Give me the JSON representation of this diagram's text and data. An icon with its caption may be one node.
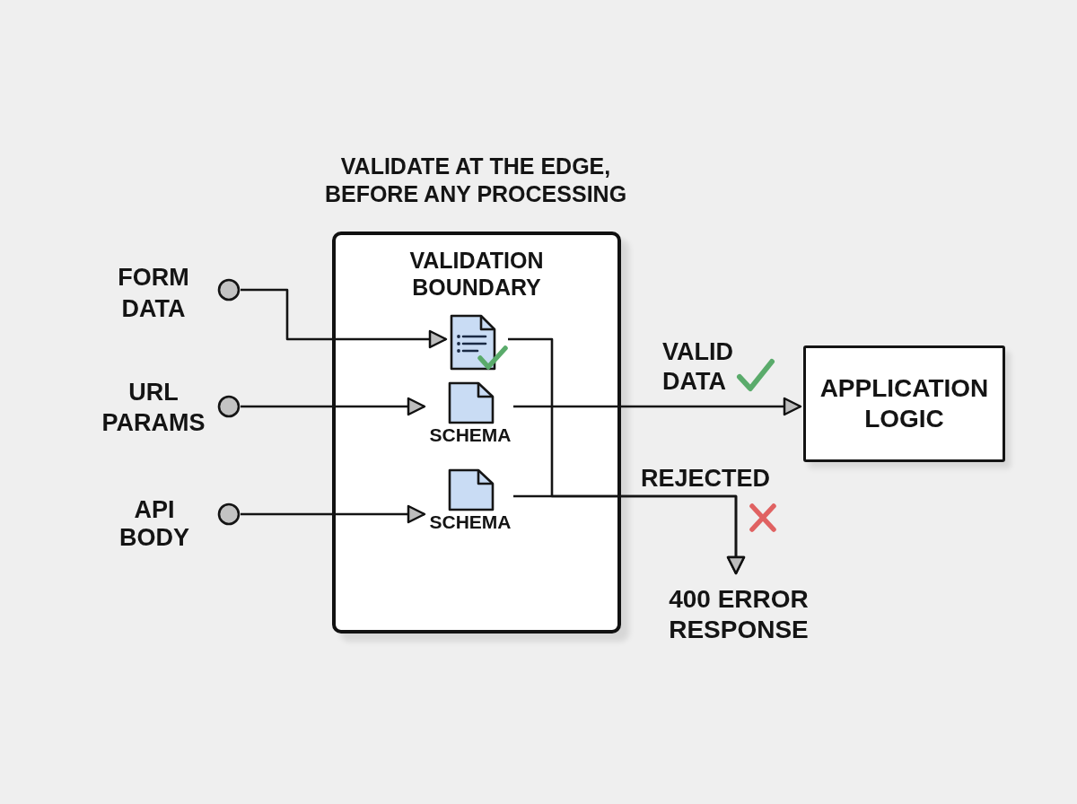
{
  "diagram": {
    "title": "VALIDATE AT THE EDGE, BEFORE ANY PROCESSING",
    "nodes": [
      {
        "text": [],
        "shape": "circle",
        "beside": [
          "FORM DATA"
        ]
      },
      {
        "text": [],
        "shape": "circle",
        "beside": [
          "URL PARAMS"
        ]
      },
      {
        "text": [],
        "shape": "circle",
        "beside": [
          "API BODY"
        ]
      },
      {
        "text": [
          "VALIDATION BOUNDARY"
        ]
      },
      {
        "text": [],
        "shape": "picture",
        "in": 3
      },
      {
        "text": [
          "SCHEMA"
        ],
        "in": 3
      },
      {
        "text": [
          "SCHEMA"
        ],
        "in": 3
      },
      {
        "text": [
          "APPLICATION LOGIC"
        ]
      },
      {
        "text": [
          "400 ERROR RESPONSE"
        ]
      }
    ],
    "edges": [
      {
        "from": 0,
        "to": 4,
        "arrow": "to"
      },
      {
        "from": 1,
        "to": 5,
        "arrow": "to"
      },
      {
        "from": 2,
        "to": 6,
        "arrow": "to"
      },
      {
        "from": 5,
        "to": 7,
        "arrow": "to",
        "label": "VALID DATA"
      },
      {
        "from": 6,
        "to": 8,
        "arrow": "to",
        "label": "REJECTED"
      },
      {
        "from": 4,
        "to": 8,
        "arrow": "to"
      }
    ]
  }
}
